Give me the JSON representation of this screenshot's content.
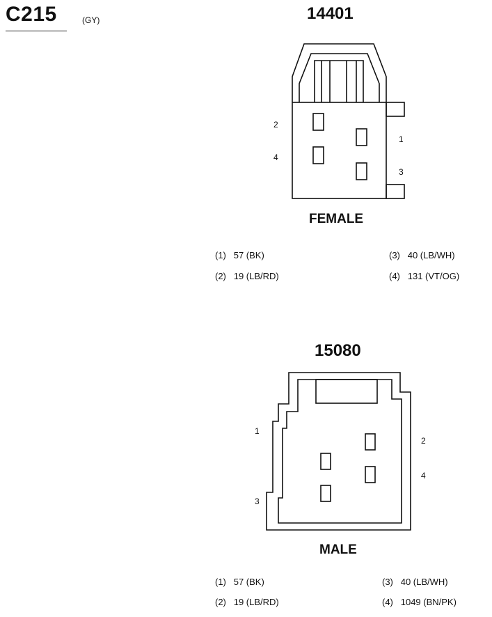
{
  "header": {
    "connector_id": "C215",
    "color_code": "(GY)"
  },
  "female": {
    "part_number": "14401",
    "gender_label": "FEMALE",
    "pin_labels": {
      "p1": "1",
      "p2": "2",
      "p3": "3",
      "p4": "4"
    },
    "wires": [
      {
        "num": "(1)",
        "desc": "57 (BK)"
      },
      {
        "num": "(2)",
        "desc": "19 (LB/RD)"
      },
      {
        "num": "(3)",
        "desc": "40 (LB/WH)"
      },
      {
        "num": "(4)",
        "desc": "131 (VT/OG)"
      }
    ]
  },
  "male": {
    "part_number": "15080",
    "gender_label": "MALE",
    "pin_labels": {
      "p1": "1",
      "p2": "2",
      "p3": "3",
      "p4": "4"
    },
    "wires": [
      {
        "num": "(1)",
        "desc": "57 (BK)"
      },
      {
        "num": "(2)",
        "desc": "19 (LB/RD)"
      },
      {
        "num": "(3)",
        "desc": "40 (LB/WH)"
      },
      {
        "num": "(4)",
        "desc": "1049 (BN/PK)"
      }
    ]
  }
}
